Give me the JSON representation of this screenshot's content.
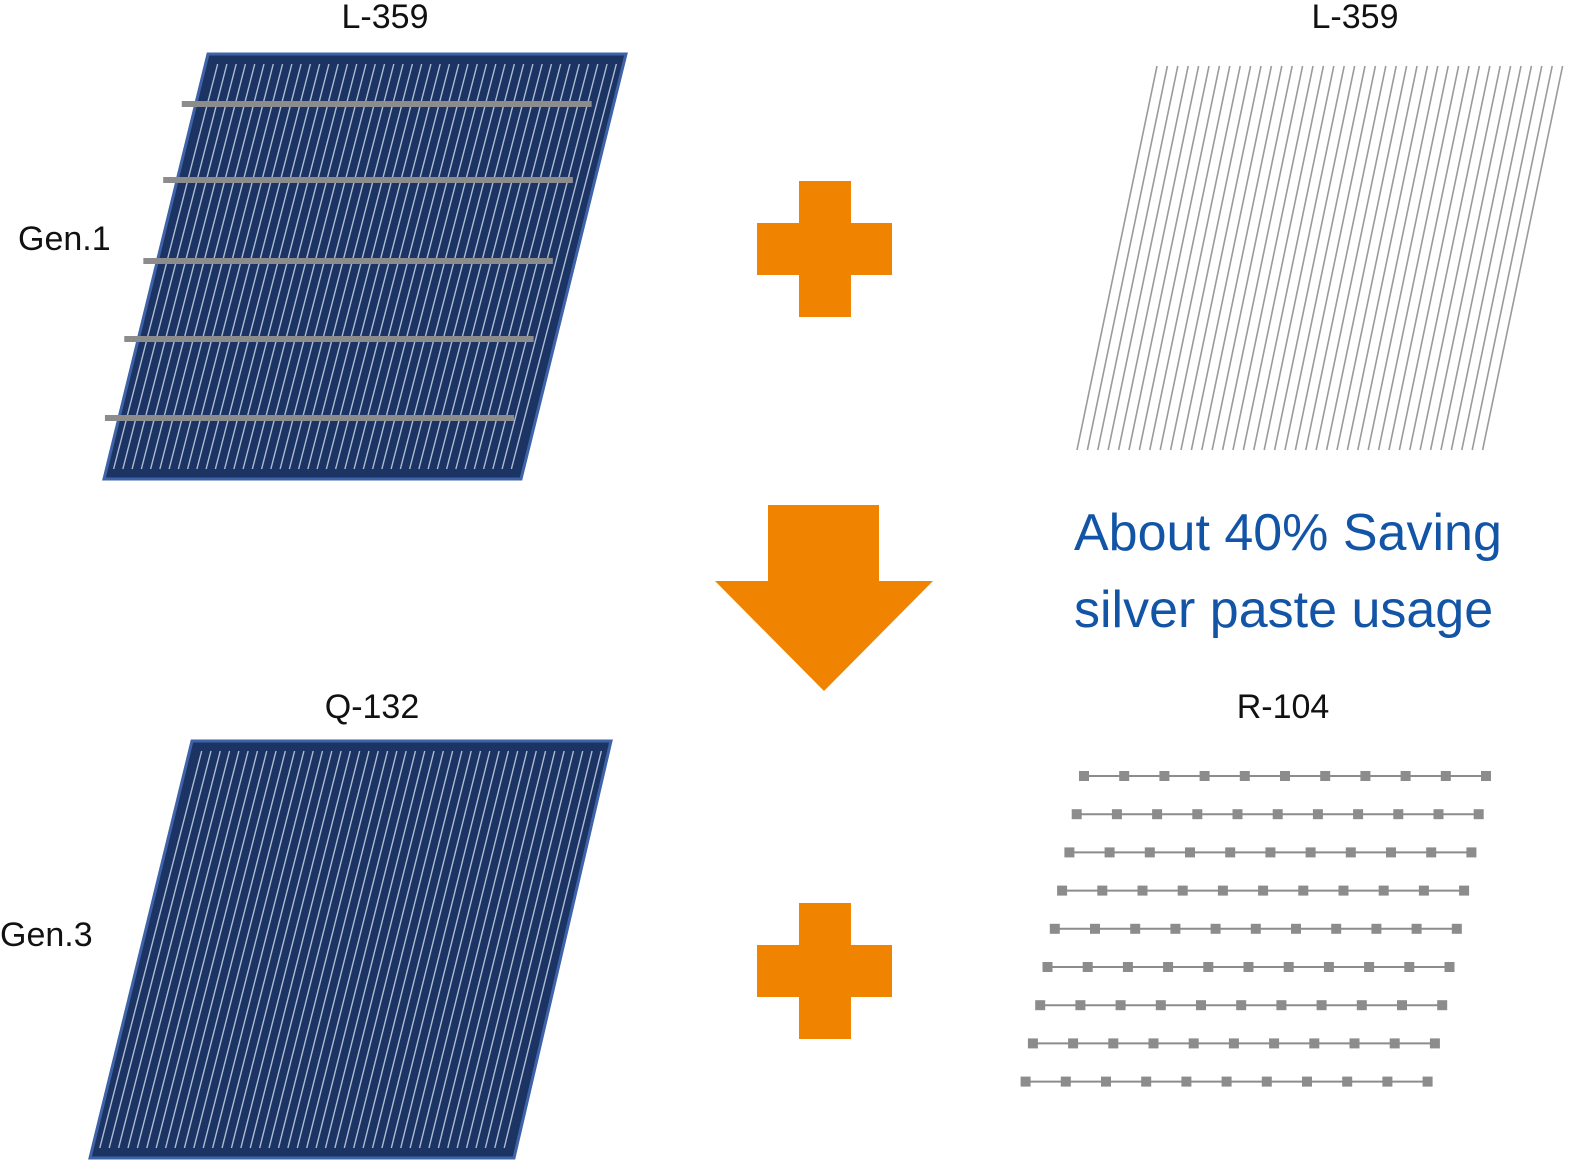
{
  "labels": {
    "gen1_row": "Gen.1",
    "gen3_row": "Gen.3",
    "gen1_cell": "L-359",
    "gen1_paste": "L-359",
    "gen3_cell": "Q-132",
    "gen3_paste": "R-104"
  },
  "callout": {
    "line1": "About 40% Saving",
    "line2": "silver paste usage"
  },
  "colors": {
    "accent_orange": "#f08300",
    "panel_blue": "#1b3464",
    "panel_edge": "#3f63a8",
    "finger_line": "#c9d3e4",
    "busbar_gray": "#8c8c8c",
    "callout_blue": "#1254a6",
    "text": "#111111"
  },
  "icons": {
    "plus_top": "plus-icon",
    "plus_bottom": "plus-icon",
    "arrow": "arrow-down-icon"
  }
}
